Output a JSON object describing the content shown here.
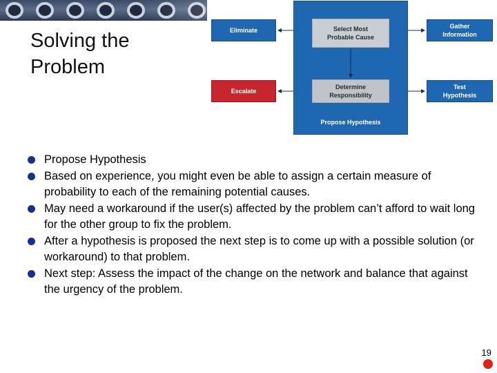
{
  "title": "Solving the Problem",
  "flowchart": {
    "eliminate": "Eliminate",
    "select_cause": "Select Most Probable Cause",
    "gather_info": "Gather Information",
    "escalate": "Escalate",
    "determine_responsibility": "Determine Responsibility",
    "test_hypothesis": "Test Hypothesis",
    "propose_hypothesis": "Propose Hypothesis"
  },
  "bullets": [
    "Propose Hypothesis",
    "Based on experience, you might even be able to assign a certain measure of probability to each of the remaining potential causes.",
    "May need a workaround if the user(s) affected by the problem can’t afford to wait long for the other group to fix the problem.",
    "After a hypothesis is proposed the next step is to come up with a possible solution (or workaround) to that problem.",
    "Next step:  Assess the impact of the change on the network and balance that against the urgency of the problem."
  ],
  "page_number": "19",
  "colors": {
    "flow_blue": "#1f67b1",
    "escalate_red": "#c8262e",
    "bullet_navy": "#1a2f8a",
    "corner_red": "#e0201b"
  }
}
